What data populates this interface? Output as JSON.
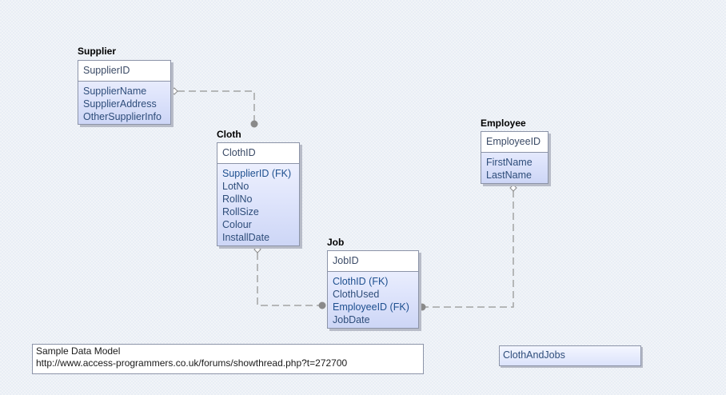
{
  "entities": {
    "supplier": {
      "title": "Supplier",
      "pk": "SupplierID",
      "attributes": [
        "SupplierName",
        "SupplierAddress",
        "OtherSupplierInfo"
      ]
    },
    "cloth": {
      "title": "Cloth",
      "pk": "ClothID",
      "attributes": [
        "SupplierID (FK)",
        "LotNo",
        "RollNo",
        "RollSize",
        "Colour",
        "InstallDate"
      ]
    },
    "job": {
      "title": "Job",
      "pk": "JobID",
      "attributes": [
        "ClothID (FK)",
        "ClothUsed",
        "EmployeeID (FK)",
        "JobDate"
      ]
    },
    "employee": {
      "title": "Employee",
      "pk": "EmployeeID",
      "attributes": [
        "FirstName",
        "LastName"
      ]
    }
  },
  "note": {
    "line1": "Sample Data Model",
    "line2": "http://www.access-programmers.co.uk/forums/showthread.php?t=272700"
  },
  "view": {
    "label": "ClothAndJobs"
  },
  "relationships": [
    {
      "from": "Supplier",
      "to": "Cloth"
    },
    {
      "from": "Cloth",
      "to": "Job"
    },
    {
      "from": "Employee",
      "to": "Job"
    }
  ],
  "colors": {
    "line": "#a3a3a3",
    "fk_text": "#1d4f8f",
    "attr_text": "#2e4d7a"
  }
}
